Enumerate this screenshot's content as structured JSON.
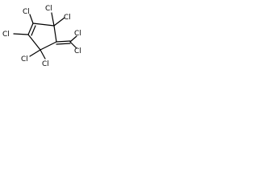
{
  "diagram": {
    "type": "skeletal-formula",
    "colors": {
      "line": "#000000",
      "background": "#ffffff"
    },
    "atoms": [
      {
        "id": "cl_top_left",
        "label": "Cl"
      },
      {
        "id": "cl_top_mid",
        "label": "Cl"
      },
      {
        "id": "cl_top_right",
        "label": "Cl"
      },
      {
        "id": "cl_left",
        "label": "Cl"
      },
      {
        "id": "cl_bottom_left",
        "label": "Cl"
      },
      {
        "id": "cl_bottom_mid",
        "label": "Cl"
      },
      {
        "id": "cl_right_top",
        "label": "Cl"
      },
      {
        "id": "cl_right_bottom",
        "label": "Cl"
      }
    ]
  }
}
